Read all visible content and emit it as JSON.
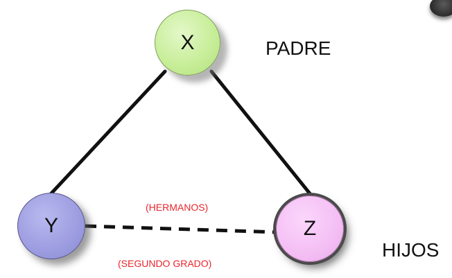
{
  "nodes": {
    "x": {
      "label": "X"
    },
    "y": {
      "label": "Y"
    },
    "z": {
      "label": "Z"
    }
  },
  "labels": {
    "parent": "PADRE",
    "children": "HIJOS",
    "relation": "(HERMANOS)",
    "degree": "(SEGUNDO GRADO)"
  },
  "colors": {
    "node_x_fill": "#c8ee9a",
    "node_y_fill": "#9c9ce0",
    "node_z_fill": "#f4bff4",
    "edge": "#111111",
    "relation_text": "#e8252c"
  }
}
